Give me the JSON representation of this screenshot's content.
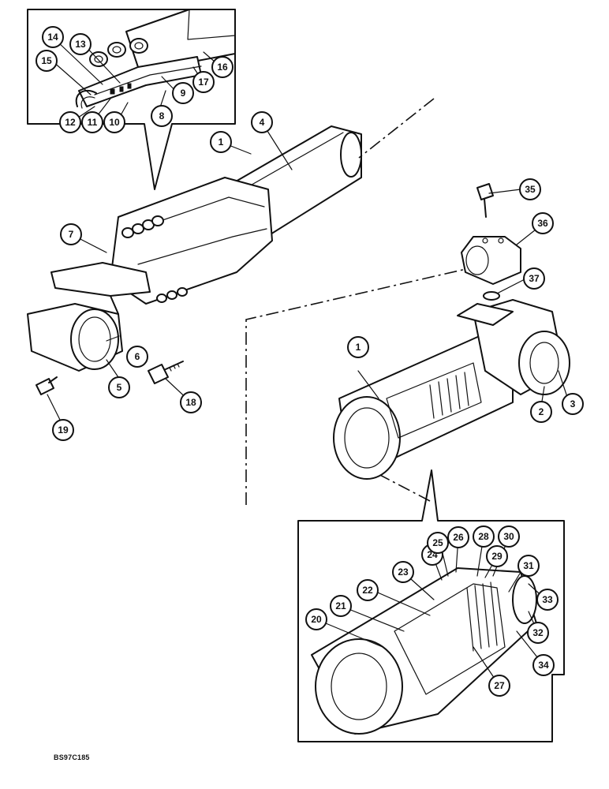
{
  "figure": {
    "drawing_code": "BS97C185"
  },
  "callouts": [
    {
      "id": "c1a",
      "label": "1"
    },
    {
      "id": "c1b",
      "label": "1"
    },
    {
      "id": "c2",
      "label": "2"
    },
    {
      "id": "c3",
      "label": "3"
    },
    {
      "id": "c4",
      "label": "4"
    },
    {
      "id": "c5",
      "label": "5"
    },
    {
      "id": "c6",
      "label": "6"
    },
    {
      "id": "c7",
      "label": "7"
    },
    {
      "id": "c8",
      "label": "8"
    },
    {
      "id": "c9",
      "label": "9"
    },
    {
      "id": "c10",
      "label": "10"
    },
    {
      "id": "c11",
      "label": "11"
    },
    {
      "id": "c12",
      "label": "12"
    },
    {
      "id": "c13",
      "label": "13"
    },
    {
      "id": "c14",
      "label": "14"
    },
    {
      "id": "c15",
      "label": "15"
    },
    {
      "id": "c16",
      "label": "16"
    },
    {
      "id": "c17",
      "label": "17"
    },
    {
      "id": "c18",
      "label": "18"
    },
    {
      "id": "c19",
      "label": "19"
    },
    {
      "id": "c20",
      "label": "20"
    },
    {
      "id": "c21",
      "label": "21"
    },
    {
      "id": "c22",
      "label": "22"
    },
    {
      "id": "c23",
      "label": "23"
    },
    {
      "id": "c24",
      "label": "24"
    },
    {
      "id": "c25",
      "label": "25"
    },
    {
      "id": "c26",
      "label": "26"
    },
    {
      "id": "c27",
      "label": "27"
    },
    {
      "id": "c28",
      "label": "28"
    },
    {
      "id": "c29",
      "label": "29"
    },
    {
      "id": "c30",
      "label": "30"
    },
    {
      "id": "c31",
      "label": "31"
    },
    {
      "id": "c32",
      "label": "32"
    },
    {
      "id": "c33",
      "label": "33"
    },
    {
      "id": "c34",
      "label": "34"
    },
    {
      "id": "c35",
      "label": "35"
    },
    {
      "id": "c36",
      "label": "36"
    },
    {
      "id": "c37",
      "label": "37"
    }
  ]
}
